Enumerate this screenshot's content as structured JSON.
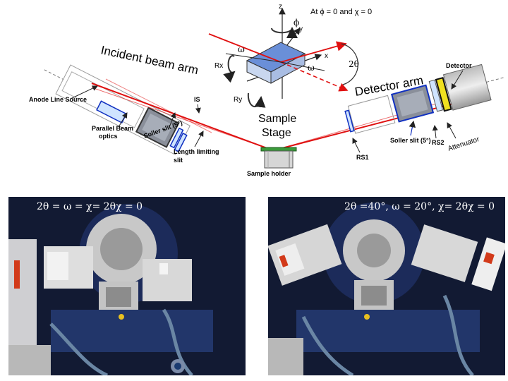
{
  "diagram": {
    "incident_arm_label": "Incident beam arm",
    "detector_arm_label": "Detector arm",
    "anode_label": "Anode Line Source",
    "parallel_beam_label_1": "Parallel Beam",
    "parallel_beam_label_2": "optics",
    "soller_left_label": "Soller slit (5°)",
    "is_label": "IS",
    "length_slit_label_1": "Length limiting",
    "length_slit_label_2": "slit",
    "stage_label_1": "Sample",
    "stage_label_2": "Stage",
    "holder_label": "Sample holder",
    "rs1_label": "RS1",
    "soller_right_label": "Soller slit (5°)",
    "rs2_label": "RS2",
    "attenuator_label": "Attenuator",
    "detector_label": "Detector",
    "axes_condition": "At ϕ = 0 and χ = 0",
    "axis_z": "z",
    "axis_phi": "ϕ",
    "axis_y": "y",
    "axis_x": "x",
    "omega_1": "ω",
    "omega_2": "ω",
    "rx": "Rx",
    "ry": "Ry",
    "two_theta": "2θ"
  },
  "photos": {
    "left_caption": "2θ = ω = χ= 2θχ = 0",
    "right_caption": "2θ =40°,  ω = 20°,   χ= 2θχ = 0"
  },
  "colors": {
    "beam": "#e01010",
    "optic_blue": "#1030c0",
    "holder_green": "#3a9a3a",
    "attenuator_yellow": "#f0e020"
  }
}
